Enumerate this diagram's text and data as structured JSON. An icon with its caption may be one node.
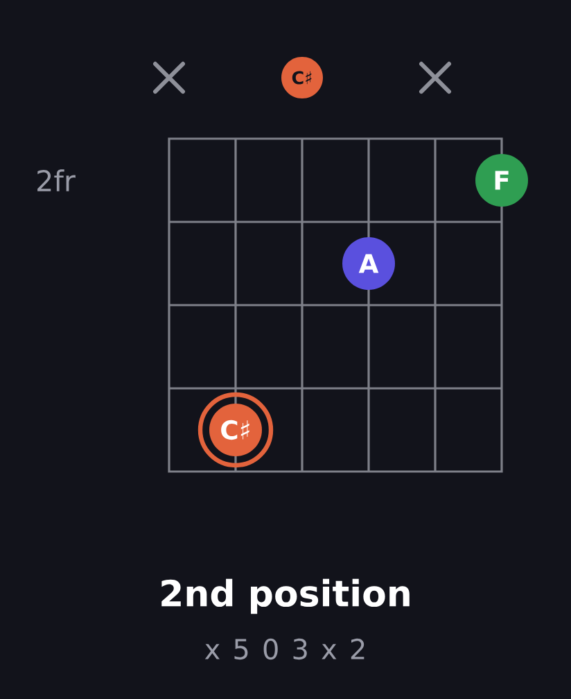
{
  "diagram": {
    "title": "2nd position",
    "nodes": [
      {
        "text": [
          "C♯"
        ]
      },
      {
        "text": [
          "F"
        ]
      },
      {
        "text": [
          "A"
        ]
      },
      {
        "text": [
          "C♯"
        ]
      }
    ],
    "labels": [
      "2fr",
      "x 5 0 3 x 2"
    ]
  }
}
